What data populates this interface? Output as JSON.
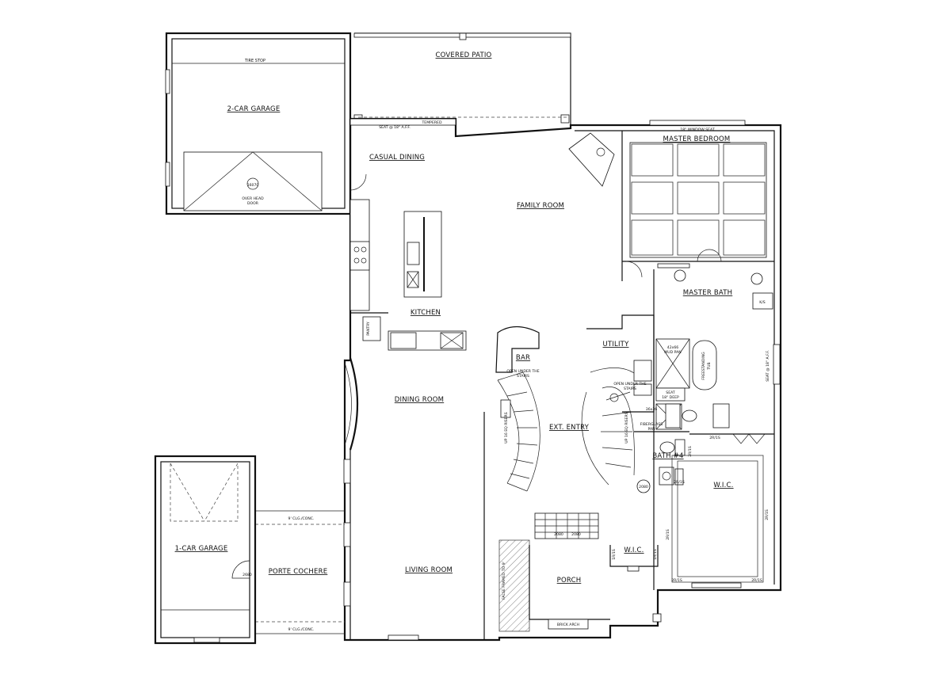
{
  "rooms": {
    "garage_2car": "2-CAR GARAGE",
    "covered_patio": "COVERED PATIO",
    "casual_dining": "CASUAL DINING",
    "family_room": "FAMILY ROOM",
    "master_bedroom": "MASTER BEDROOM",
    "kitchen": "KITCHEN",
    "master_bath": "MASTER BATH",
    "utility": "UTILITY",
    "bar": "BAR",
    "dining_room": "DINING ROOM",
    "ext_entry": "EXT. ENTRY",
    "bath4": "BATH #4",
    "wic_master": "W.I.C.",
    "garage_1car": "1-CAR GARAGE",
    "porte_cochere": "PORTE COCHERE",
    "living_room": "LIVING ROOM",
    "porch": "PORCH",
    "wic_small": "W.I.C."
  },
  "notes": {
    "tire_stop": "TIRE STOP",
    "seat_aff": "SEAT @ 18\" A.F.F.",
    "tempered": "TEMPERED",
    "window_seat": "18\" WINDOW SEAT",
    "garage_door_size": "16070",
    "overhead_door_1": "OVER HEAD",
    "overhead_door_2": "DOOR",
    "pantry": "PANTRY",
    "open_under_stairs_1": "OPEN UNDER THE",
    "open_under_stairs_2": "STAIRS",
    "open_under_stairs_3": "OPEN UNDER THE",
    "open_under_stairs_4": "STAIRS",
    "up_left": "UP 16 EQ RISERS",
    "up_right": "UP 16 EQ RISERS",
    "mud_pan_1": "42x66",
    "mud_pan_2": "MUD PAN",
    "freestanding_1": "FREESTANDING",
    "freestanding_2": "TUB",
    "seat_18_1": "SEAT",
    "seat_18_2": "18\" DEEP",
    "seat_right": "SEAT @ 18\" A.F.F.",
    "ks": "K/S",
    "shower_1": "36x36",
    "shower_2": "FIBERGLASS",
    "shower_3": "PAN",
    "clg_top": "9' CLG./CONC.",
    "clg_bottom": "9' CLG./CONC.",
    "false_framed": "FALSE FRAMED TO 9'",
    "brick_arch": "BRICK ARCH",
    "door_2680": "2680",
    "door_2080_a": "2080",
    "door_2080_b": "2080",
    "door_2080_c": "2080",
    "shelf_2r1s_1": "2R/1S",
    "shelf_2r1s_2": "2R/1S",
    "shelf_2r1s_3": "2R/1S",
    "shelf_2r1s_4": "2R/1S",
    "shelf_2r1s_5": "2R/1S",
    "shelf_2r1s_6": "2R/1S",
    "shelf_2r1s_7": "2R/1S",
    "shelf_1r1s_1": "1R/1S",
    "shelf_1r1s_2": "1R/1S"
  }
}
